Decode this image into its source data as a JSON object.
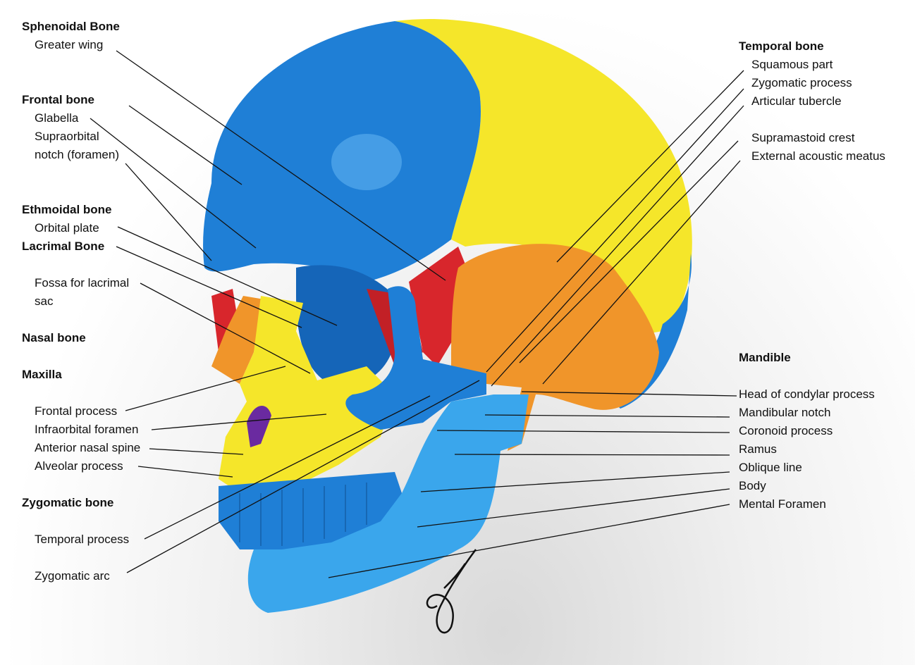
{
  "colors": {
    "frontal_mandible_blue": "#1f7fd6",
    "parietal_yellow": "#f5e62a",
    "temporal_orange": "#f0952a",
    "sphenoid_red": "#d8262c",
    "mandible_light_blue": "#3aa6ec"
  },
  "left_labels": [
    {
      "text": "Sphenoidal Bone",
      "bold": true
    },
    {
      "text": "Greater wing"
    },
    {
      "text": "Frontal bone",
      "bold": true
    },
    {
      "text": "Glabella"
    },
    {
      "text": "Supraorbital"
    },
    {
      "text": "notch (foramen)"
    },
    {
      "text": "Ethmoidal bone",
      "bold": true
    },
    {
      "text": "Orbital plate"
    },
    {
      "text": "Lacrimal Bone",
      "bold": true
    },
    {
      "text": "Fossa for lacrimal"
    },
    {
      "text": "sac"
    },
    {
      "text": "Nasal bone",
      "bold": true
    },
    {
      "text": "Maxilla",
      "bold": true
    },
    {
      "text": "Frontal process"
    },
    {
      "text": "Infraorbital foramen"
    },
    {
      "text": "Anterior nasal spine"
    },
    {
      "text": "Alveolar process"
    },
    {
      "text": "Zygomatic bone",
      "bold": true
    },
    {
      "text": "Temporal process"
    },
    {
      "text": "Zygomatic arc"
    }
  ],
  "right_labels": [
    {
      "text": "Temporal bone",
      "bold": true
    },
    {
      "text": "Squamous part"
    },
    {
      "text": "Zygomatic process"
    },
    {
      "text": "Articular tubercle"
    },
    {
      "text": "Supramastoid crest"
    },
    {
      "text": "External acoustic meatus"
    },
    {
      "text": "Mandible",
      "bold": true
    },
    {
      "text": "Head of condylar process"
    },
    {
      "text": "Mandibular notch"
    },
    {
      "text": "Coronoid process"
    },
    {
      "text": "Ramus"
    },
    {
      "text": "Oblique line"
    },
    {
      "text": "Body"
    },
    {
      "text": "Mental Foramen"
    }
  ],
  "signature": "Signature"
}
